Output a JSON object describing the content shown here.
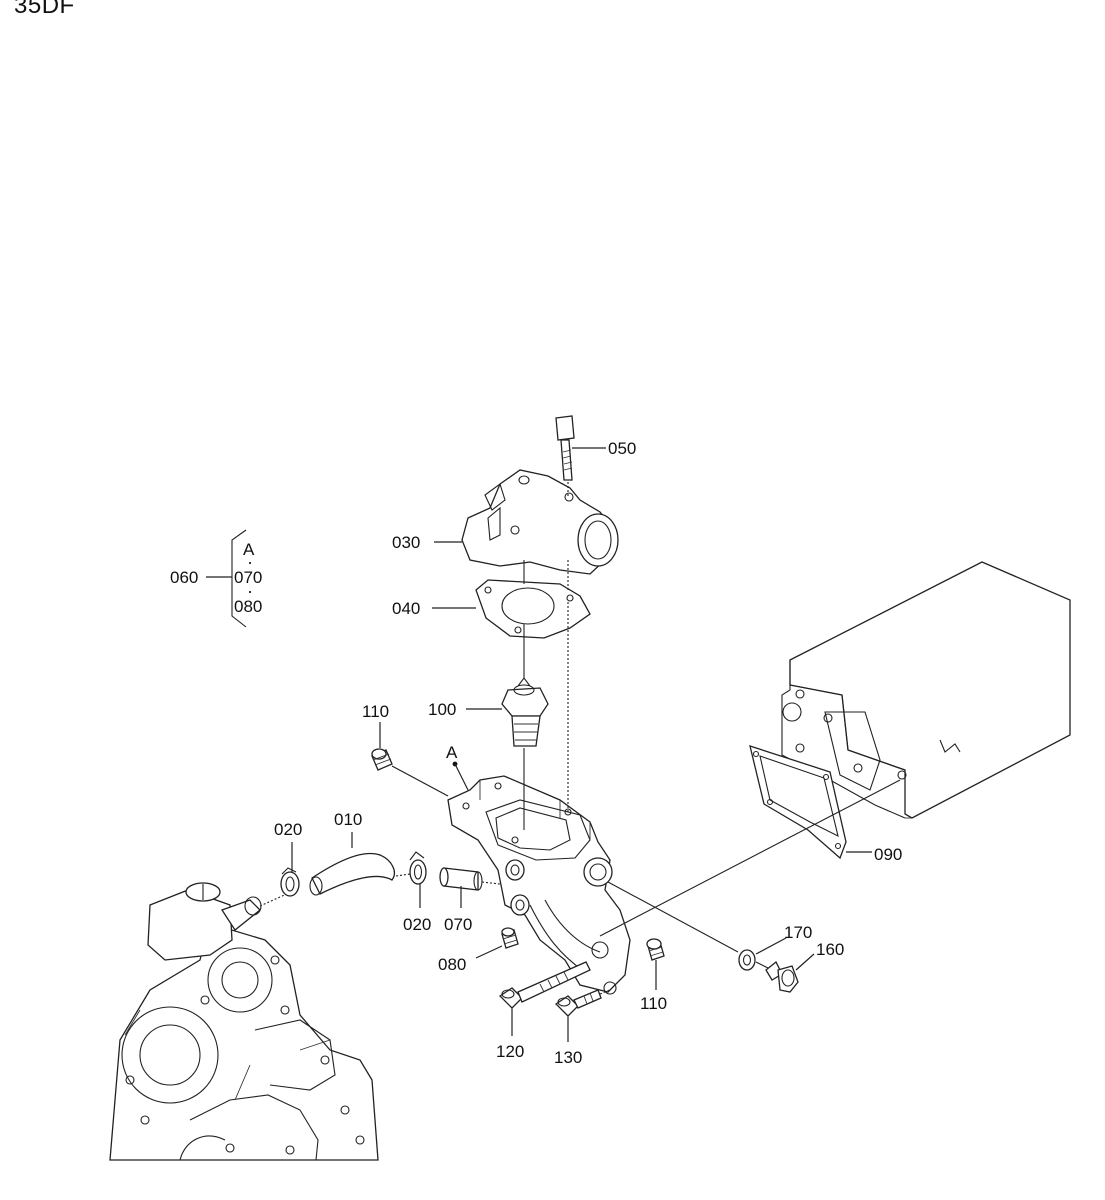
{
  "header": {
    "model": "35DF"
  },
  "group_legend": {
    "group_label": "060",
    "members": [
      "A",
      "070",
      "080"
    ]
  },
  "callouts": {
    "p010": "010",
    "p020a": "020",
    "p020b": "020",
    "p030": "030",
    "p040": "040",
    "p050": "050",
    "p070": "070",
    "p080": "080",
    "p090": "090",
    "p100": "100",
    "p110a": "110",
    "p110b": "110",
    "p120": "120",
    "p130": "130",
    "p160": "160",
    "p170": "170",
    "ref_a": "A"
  }
}
